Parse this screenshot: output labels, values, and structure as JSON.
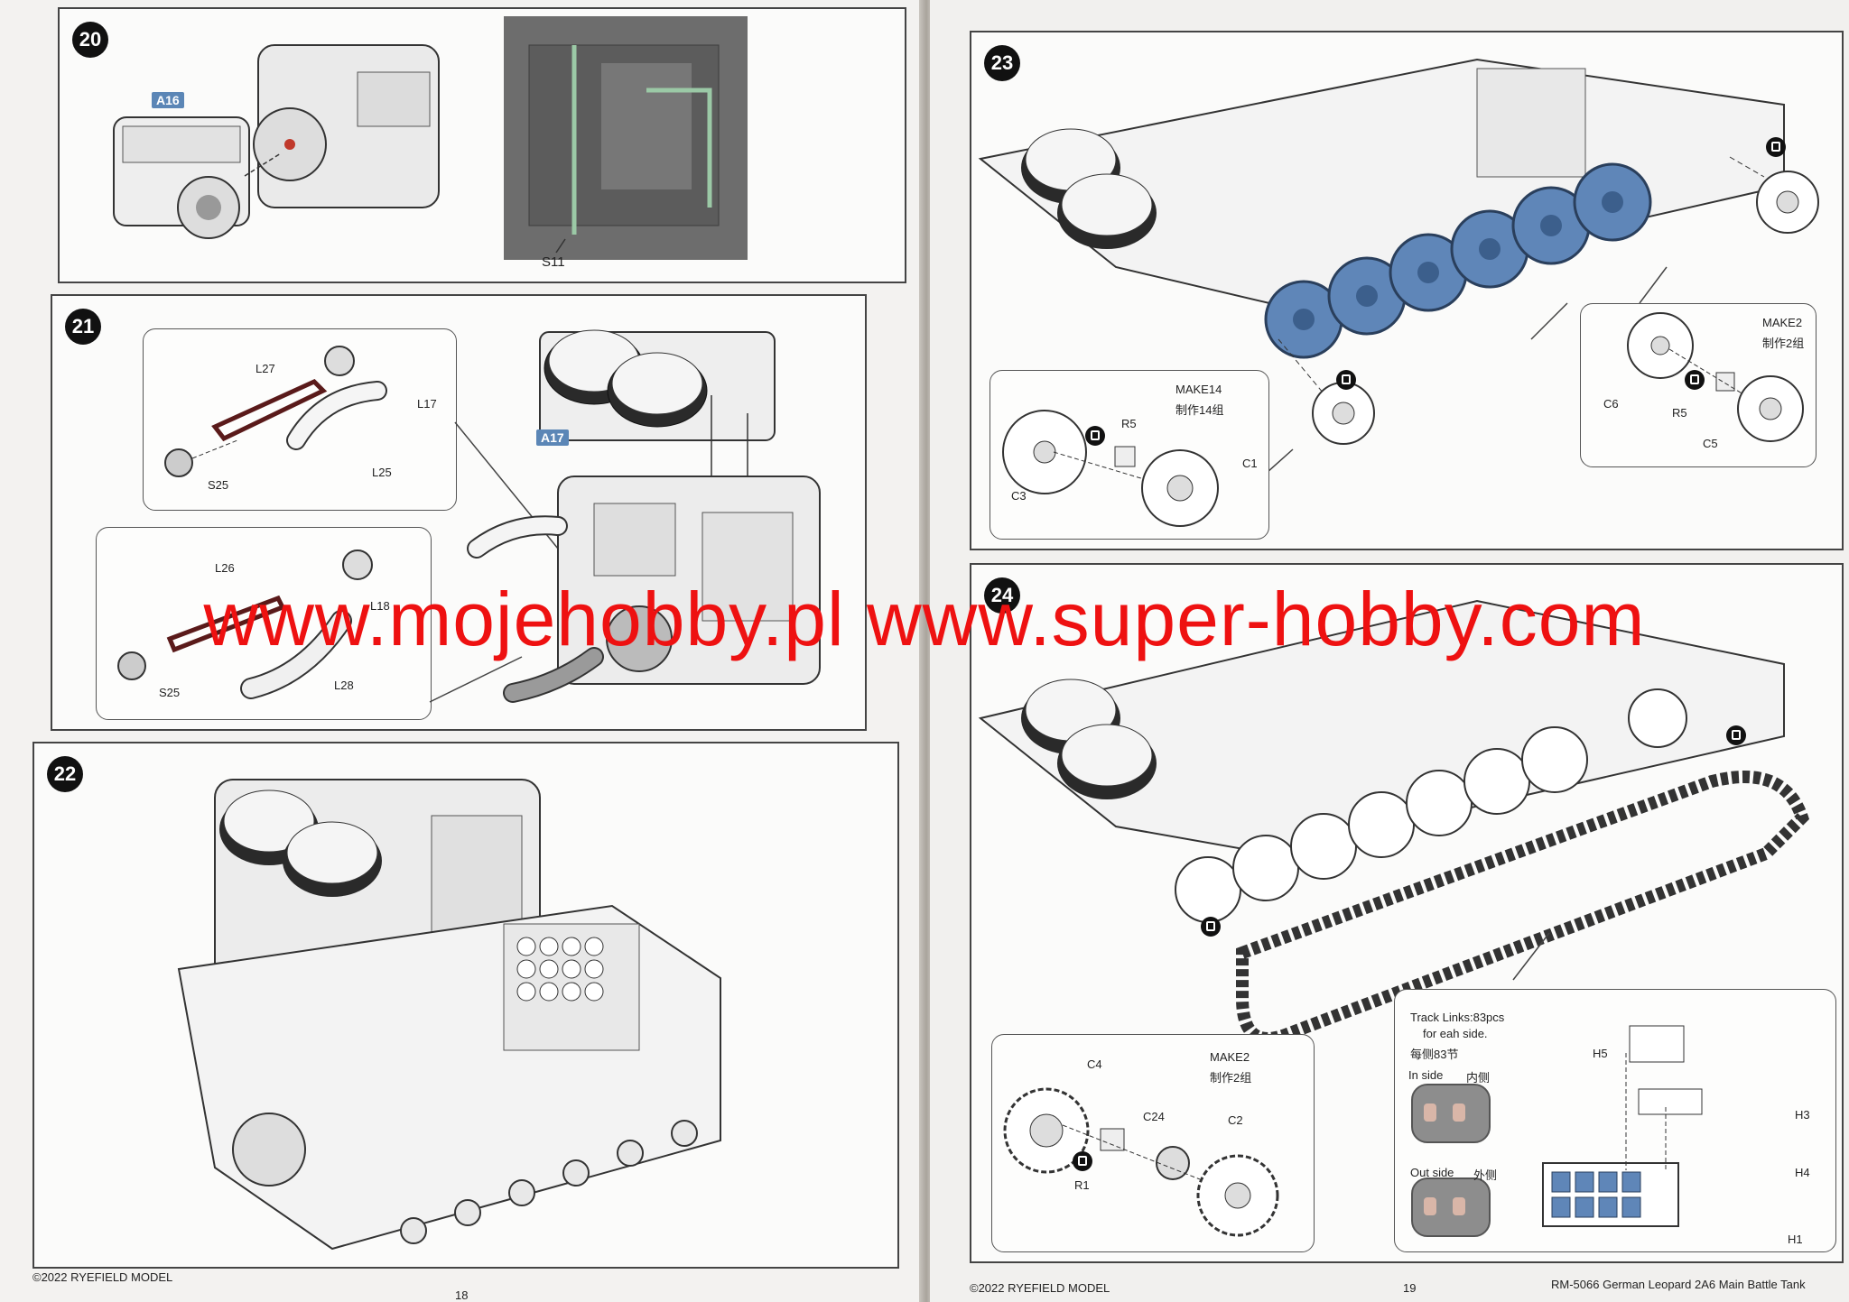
{
  "left_page": {
    "footer_copyright": "©2022 RYEFIELD MODEL",
    "page_number": "18",
    "step20": {
      "number": "20",
      "parts": {
        "a16": "A16",
        "s11": "S11"
      }
    },
    "step21": {
      "number": "21",
      "parts": {
        "a17": "A17",
        "l27": "L27",
        "l17": "L17",
        "l25": "L25",
        "s25a": "S25",
        "l26": "L26",
        "l18": "L18",
        "l28": "L28",
        "s25b": "S25"
      }
    },
    "step22": {
      "number": "22"
    }
  },
  "right_page": {
    "footer_copyright": "©2022 RYEFIELD MODEL",
    "page_number": "19",
    "footer_title": "RM-5066 German Leopard 2A6 Main Battle Tank",
    "step23": {
      "number": "23",
      "make14": "MAKE14",
      "make14_cn": "制作14组",
      "make2": "MAKE2",
      "make2_cn": "制作2组",
      "parts": {
        "r5a": "R5",
        "c1": "C1",
        "c3": "C3",
        "c6": "C6",
        "r5b": "R5",
        "c5": "C5"
      }
    },
    "step24": {
      "number": "24",
      "make2": "MAKE2",
      "make2_cn": "制作2组",
      "parts": {
        "c4": "C4",
        "c24": "C24",
        "c2": "C2",
        "r1": "R1",
        "h5": "H5",
        "h3": "H3",
        "h4": "H4",
        "h1": "H1"
      },
      "track_links": "Track Links:83pcs",
      "track_links_sub": "for eah side.",
      "track_links_cn": "每侧83节",
      "in_side": "In side",
      "in_side_cn": "内侧",
      "out_side": "Out side",
      "out_side_cn": "外侧"
    }
  },
  "watermark": "www.mojehobby.pl www.super-hobby.com",
  "colors": {
    "accent_tag": "#5b86b6",
    "watermark": "#ee1111",
    "wheel_blue": "#5f86b8"
  }
}
